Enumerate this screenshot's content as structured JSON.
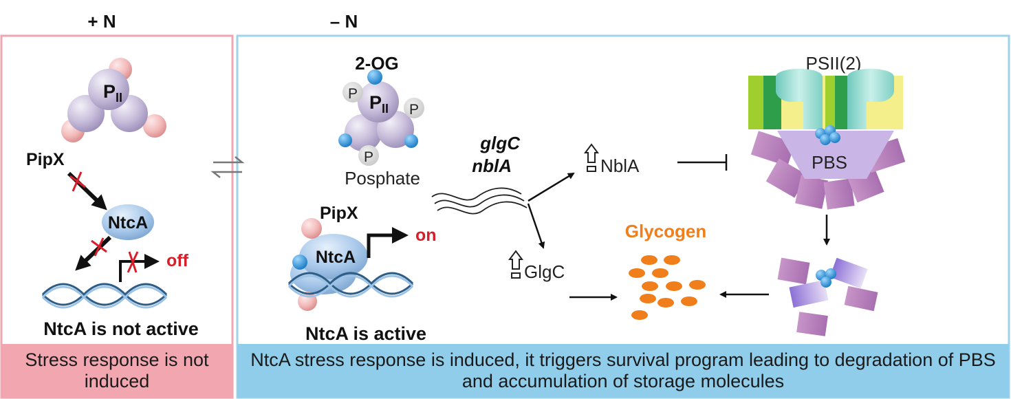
{
  "left_panel": {
    "header": "+ N",
    "pii_label": "P",
    "pii_sub": "II",
    "pipx_label": "PipX",
    "ntca_label": "NtcA",
    "off_label": "off",
    "status": "NtcA is not active",
    "caption": "Stress response is not induced"
  },
  "right_panel": {
    "header": "– N",
    "og_label": "2-OG",
    "pii_label": "P",
    "pii_sub": "II",
    "phosphate_marker": "P",
    "phosphate_label": "Posphate",
    "pipx_label": "PipX",
    "ntca_label": "NtcA",
    "on_label": "on",
    "status": "NtcA is active",
    "genes": [
      "glgC",
      "nblA"
    ],
    "nbla_label": "NblA",
    "glgc_label": "GlgC",
    "psii_label": "PSII(2)",
    "pbs_label": "PBS",
    "glycogen_label": "Glycogen",
    "caption": "NtcA stress response is induced, it triggers survival program leading to degradation of PBS and accumulation of storage molecules"
  },
  "colors": {
    "left_frame": "#f0a6b0",
    "left_caption_bg": "#f2a7b0",
    "right_frame": "#9fd3ea",
    "right_caption_bg": "#8fcdea",
    "pii_fill": "#c9bfdc",
    "pipx_fill": "#f2b8b8",
    "ntca_fill": "#a8c8ea",
    "og_dot": "#1d7fc6",
    "red": "#d81e2a",
    "glycogen": "#f07f1b",
    "pbs": "#c795c8",
    "psii_green": "#2e9e4a",
    "psii_lime": "#9fcf2e",
    "psii_yellow": "#f4ef8a",
    "psii_cyan": "#9ee0d6"
  }
}
